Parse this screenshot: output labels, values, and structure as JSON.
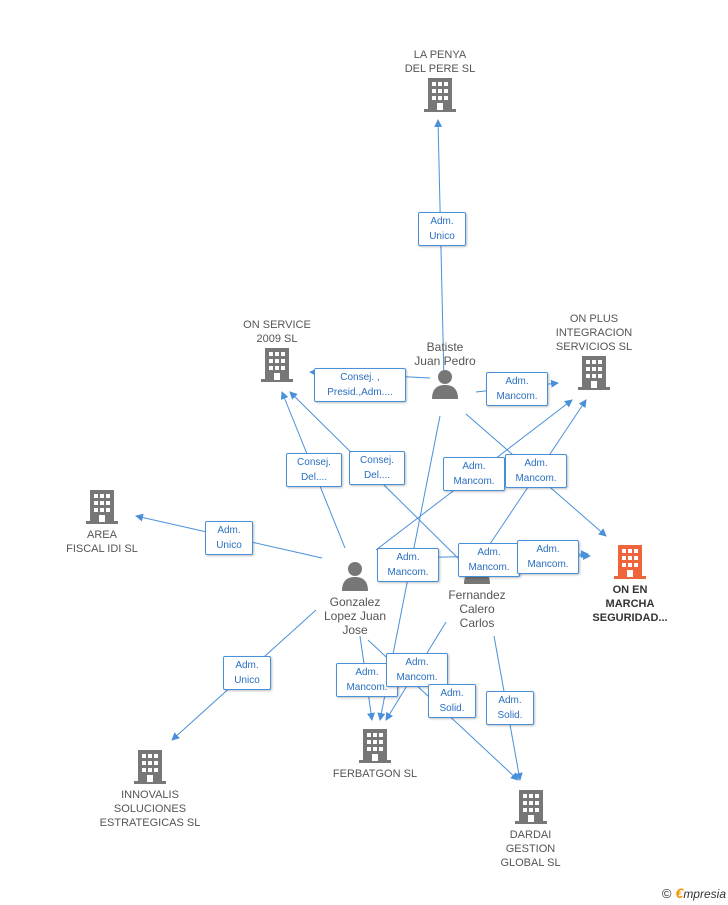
{
  "nodes": {
    "la_penya": {
      "label": "LA PENYA\nDEL PERE SL",
      "type": "company"
    },
    "on_service": {
      "label": "ON SERVICE\n2009  SL",
      "type": "company"
    },
    "on_plus": {
      "label": "ON PLUS\nINTEGRACION\nSERVICIOS SL",
      "type": "company"
    },
    "area_fiscal": {
      "label": "AREA\nFISCAL IDI  SL",
      "type": "company"
    },
    "on_en_marcha": {
      "label": "ON EN\nMARCHA\nSEGURIDAD...",
      "type": "company-focus"
    },
    "innovalis": {
      "label": "INNOVALIS\nSOLUCIONES\nESTRATEGICAS SL",
      "type": "company"
    },
    "ferbatgon": {
      "label": "FERBATGON SL",
      "type": "company"
    },
    "dardai": {
      "label": "DARDAI\nGESTION\nGLOBAL SL",
      "type": "company"
    },
    "batiste": {
      "label": "Batiste\nJuan Pedro",
      "type": "person"
    },
    "gonzalez": {
      "label": "Gonzalez\nLopez Juan\nJose",
      "type": "person"
    },
    "fernandez": {
      "label": "Fernandez\nCalero\nCarlos",
      "type": "person"
    }
  },
  "edge_labels": {
    "batiste_lapenya": "Adm.\nUnico",
    "batiste_onservice": "Consej. ,\nPresid.,Adm....",
    "batiste_onplus": "Adm.\nMancom.",
    "gonz_onservice": "Consej.\nDel....",
    "fern_onservice": "Consej.\nDel....",
    "gonz_area": "Adm.\nUnico",
    "gonz_onplus": "Adm.\nMancom.",
    "fern_onplus": "Adm.\nMancom.",
    "gonz_onmarcha": "Adm.\nMancom.",
    "fern_onmarcha": "Adm.\nMancom.",
    "batiste_onmarcha": "Adm.\nMancom.",
    "gonz_innovalis": "Adm.\nUnico",
    "gonz_ferbatgon": "Adm.\nMancom.",
    "fern_ferbatgon": "Adm.\nMancom.",
    "gonz_dardai": "Adm.\nSolid.",
    "fern_dardai": "Adm.\nSolid."
  },
  "colors": {
    "edge": "#4a90d9",
    "company": "#777777",
    "focus": "#f0643c",
    "person": "#777777"
  },
  "footer": {
    "copyright": "©",
    "brand_e": "€",
    "brand_rest": "mpresia"
  }
}
